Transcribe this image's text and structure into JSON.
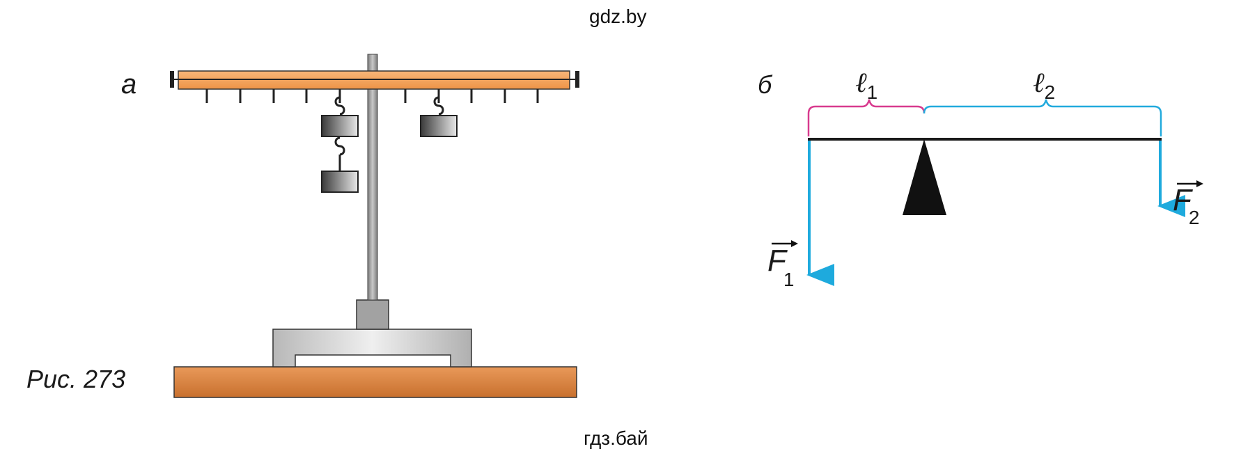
{
  "watermark_top": "gdz.by",
  "watermark_bottom": "гдз.бай",
  "caption": "Рис. 273",
  "panel_a": {
    "label": "а"
  },
  "panel_b": {
    "label": "б",
    "l1": {
      "symbol": "ℓ",
      "sub": "1",
      "color": "#d83a8e"
    },
    "l2": {
      "symbol": "ℓ",
      "sub": "2",
      "color": "#22aadd"
    },
    "f1": {
      "symbol": "F",
      "sub": "1"
    },
    "f2": {
      "symbol": "F",
      "sub": "2"
    }
  },
  "colors": {
    "lever_orange": "#f3a35d",
    "base_orange": "#e08a43",
    "arrow_blue": "#1eaadd",
    "rod_gray": "#9a9a9a"
  }
}
